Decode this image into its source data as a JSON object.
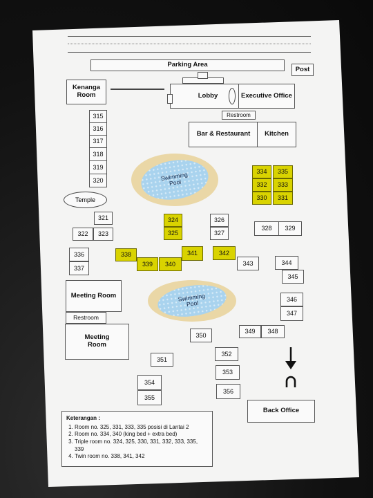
{
  "header": {
    "parking_area": "Parking Area",
    "post": "Post"
  },
  "buildings": {
    "kenanga_room": "Kenanga Room",
    "lobby": "Lobby",
    "executive_office": "Executive Office",
    "restroom_top": "Restroom",
    "bar_restaurant": "Bar & Restaurant",
    "kitchen": "Kitchen",
    "temple": "Temple",
    "meeting_room_1": "Meeting Room",
    "restroom_left": "Restroom",
    "meeting_room_2": "Meeting Room",
    "back_office": "Back Office"
  },
  "pools": {
    "top": "Swimming Pool",
    "bottom": "Swimming Pool"
  },
  "rooms": {
    "r315": "315",
    "r316": "316",
    "r317": "317",
    "r318": "318",
    "r319": "319",
    "r320": "320",
    "r321": "321",
    "r322": "322",
    "r323": "323",
    "r324": "324",
    "r325": "325",
    "r326": "326",
    "r327": "327",
    "r328": "328",
    "r329": "329",
    "r330": "330",
    "r331": "331",
    "r332": "332",
    "r333": "333",
    "r334": "334",
    "r335": "335",
    "r336": "336",
    "r337": "337",
    "r338": "338",
    "r339": "339",
    "r340": "340",
    "r341": "341",
    "r342": "342",
    "r343": "343",
    "r344": "344",
    "r345": "345",
    "r346": "346",
    "r347": "347",
    "r348": "348",
    "r349": "349",
    "r350": "350",
    "r351": "351",
    "r352": "352",
    "r353": "353",
    "r354": "354",
    "r355": "355",
    "r356": "356"
  },
  "legend": {
    "title": "Keterangan :",
    "items": [
      "Room no. 325, 331, 333, 335 posisi di Lantai 2",
      "Room no. 334, 340 (king bed + extra bed)",
      "Triple room no. 324, 325, 330, 331, 332, 333, 335, 339",
      "Twin room no. 338, 341, 342"
    ]
  },
  "colors": {
    "highlight": "#d9d300",
    "pool_water": "#a9d3ee",
    "pool_deck": "#ead7a6"
  },
  "icons": {
    "arrow": "down-arrow-icon",
    "door": "arch-door-icon"
  }
}
